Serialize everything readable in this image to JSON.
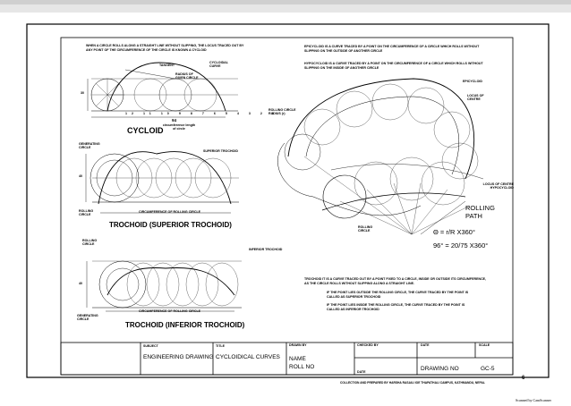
{
  "notes": {
    "cycloid_def": "WHEN A CIRCLE ROLLS ALONG A STRAIGHT LINE WITHOUT SLIPPING, THE LOCUS TRACED OUT BY ANY POINT OF THE CIRCUMFERENCE OF THE CIRCLE IS KNOWN A CYCLOID",
    "epi_def": "EPICYCLOID IS A CURVE TRACED BY A POINT ON THE CIRCUMFERENCE OF A CIRCLE WHICH ROLLS WITHOUT SLIPPING ON THE OUTSIDE OF ANOTHER CIRCLE",
    "hypo_def": "HYPOCYCLOID IS A CURVE TRACED BY A POINT ON THE CIRCUMFERENCE OF A CIRCLE WHICH ROLLS WITHOUT SLIPPING ON THE INSIDE OF ANOTHER CIRCLE",
    "trochoid_def": "TROCHOID IT IS A CURVE TRACED OUT BY A POINT FIXED TO A CIRCLE, INSIDE OR OUTSIDE ITS CIRCUMFERENCE, AS THE CIRCLE ROLLS WITHOUT SLIPPING ALONG A STRAIGHT LINE.",
    "superior_def": "IF THE POINT LIES OUTSIDE THE ROLLING CIRCLE, THE CURVE TRACED BY THE POINT IS CALLED AS SUPERIOR TROCHOID",
    "inferior_def": "IF THE POINT LIES INSIDE THE ROLLING CIRCLE, THE CURVE TRACED BY THE POINT IS CALLED AS INFERIOR TROCHOID"
  },
  "cycloid": {
    "tangent": "TANGENT",
    "cycloidal_curve": "CYCLOIDAL CURVE",
    "radius_label": "RADIUS OF GIVEN CIRCLE",
    "dimension_height": "30",
    "dimension_length": "94",
    "circ_length": "circumference length of circle",
    "ticks": [
      "12",
      "11",
      "10",
      "9",
      "8",
      "7",
      "6",
      "5",
      "4",
      "3",
      "2",
      "1"
    ],
    "title": "CYCLOID"
  },
  "superior": {
    "generating_circle": "GENERATING CIRCLE",
    "curve_label": "SUPERIOR TROCHOID",
    "dim": "40",
    "rolling_circle": "ROLLING CIRCLE",
    "circumference": "CIRCUMFERENCE OF ROLLING CIRCLE",
    "title": "TROCHOID (SUPERIOR TROCHOID)"
  },
  "inferior": {
    "rolling_circle": "ROLLING CIRCLE",
    "curve_label": "INFERIOR TROCHOID",
    "dim": "40",
    "generating_circle": "GENERATING CIRCLE",
    "circumference": "CIRCUMFERENCE OF ROLLING CIRCLE",
    "title": "TROCHOID (INFERIOR TROCHOID)"
  },
  "epicycloid": {
    "epicycloid_label": "EPICYCLOID",
    "locus_centre": "LOCUS OF CENTRE",
    "rolling_circle_radius": "ROLLING CIRCLE RADIUS (r)",
    "locus_hypo": "LOCUS OF CENTRE HYPOCYCLOID",
    "rolling_path": "ROLLING PATH",
    "rolling_circle": "ROLLING CIRCLE",
    "formula1": "Θ = r/R X360°",
    "formula2": "96° = 20/75 X360°"
  },
  "title_block": {
    "subject_label": "SUBJECT",
    "subject_value": "ENGINEERING DRAWING",
    "title_label": "TITLE",
    "title_value": "CYCLOIDICAL CURVES",
    "drawn_by_label": "DRAWN BY",
    "name": "NAME",
    "roll_no": "ROLL NO",
    "checked_by_label": "CHECKED BY",
    "date_label": "DATE",
    "date_label2": "DATE",
    "scale_label": "SCALE",
    "drawing_no_label": "DRAWING NO",
    "drawing_no_value": "GC-5"
  },
  "footer": {
    "collection": "COLLECTION AND PREPARED BY HARSHA RASAILI IOE THAPATHALI CAMPUS, KATHMANDU, NEPAL",
    "page_number": "6",
    "scanned": "Scanned by CamScanner"
  }
}
